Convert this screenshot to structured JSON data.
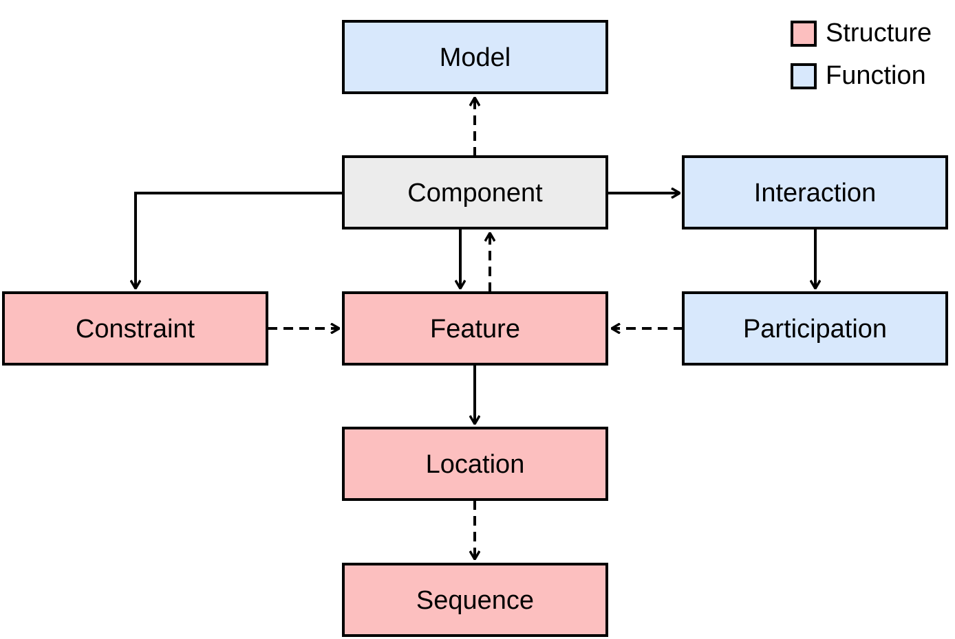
{
  "colors": {
    "structure": "#fcbfbf",
    "function": "#d8e8fc",
    "neutral": "#ececec",
    "stroke": "#000000"
  },
  "legend": {
    "structure_label": "Structure",
    "function_label": "Function"
  },
  "nodes": {
    "model": "Model",
    "component": "Component",
    "interaction": "Interaction",
    "constraint": "Constraint",
    "feature": "Feature",
    "participation": "Participation",
    "location": "Location",
    "sequence": "Sequence"
  },
  "edges": [
    {
      "from": "component",
      "to": "model",
      "style": "dashed"
    },
    {
      "from": "component",
      "to": "interaction",
      "style": "solid"
    },
    {
      "from": "component",
      "to": "constraint",
      "style": "solid"
    },
    {
      "from": "component",
      "to": "feature",
      "style": "solid"
    },
    {
      "from": "feature",
      "to": "component",
      "style": "dashed"
    },
    {
      "from": "interaction",
      "to": "participation",
      "style": "solid"
    },
    {
      "from": "constraint",
      "to": "feature",
      "style": "dashed"
    },
    {
      "from": "participation",
      "to": "feature",
      "style": "dashed"
    },
    {
      "from": "feature",
      "to": "location",
      "style": "solid"
    },
    {
      "from": "location",
      "to": "sequence",
      "style": "dashed"
    }
  ]
}
